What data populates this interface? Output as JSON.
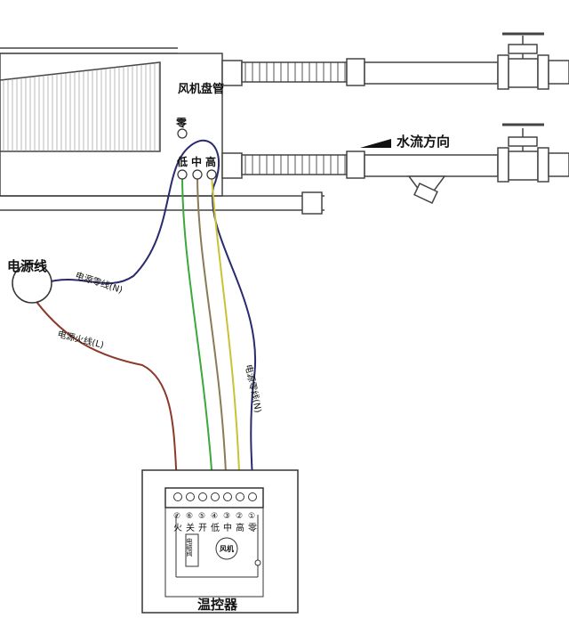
{
  "fan_coil": {
    "label": "风机盘管",
    "neutral_terminal": "零",
    "low": "低",
    "mid": "中",
    "high": "高"
  },
  "water": {
    "flow_direction": "水流方向"
  },
  "power": {
    "label": "电源线",
    "neutral_wire": "电源零线(N)",
    "live_wire": "电源火线(L)",
    "thermostat_neutral": "电源零线(N)"
  },
  "thermostat": {
    "title": "温控器",
    "terminal_numbers": [
      "⑦",
      "⑥",
      "⑤",
      "④",
      "③",
      "②",
      "①"
    ],
    "terminal_labels": [
      "火",
      "关",
      "开",
      "低",
      "中",
      "高",
      "零"
    ],
    "valve_label": "电磁阀",
    "fan_label": "风机"
  },
  "colors": {
    "neutral_wire": "#2a2a6e",
    "live_wire": "#8b3a2a",
    "low_wire": "#3aa83a",
    "mid_wire": "#8a7a55",
    "high_wire": "#c9c236"
  }
}
